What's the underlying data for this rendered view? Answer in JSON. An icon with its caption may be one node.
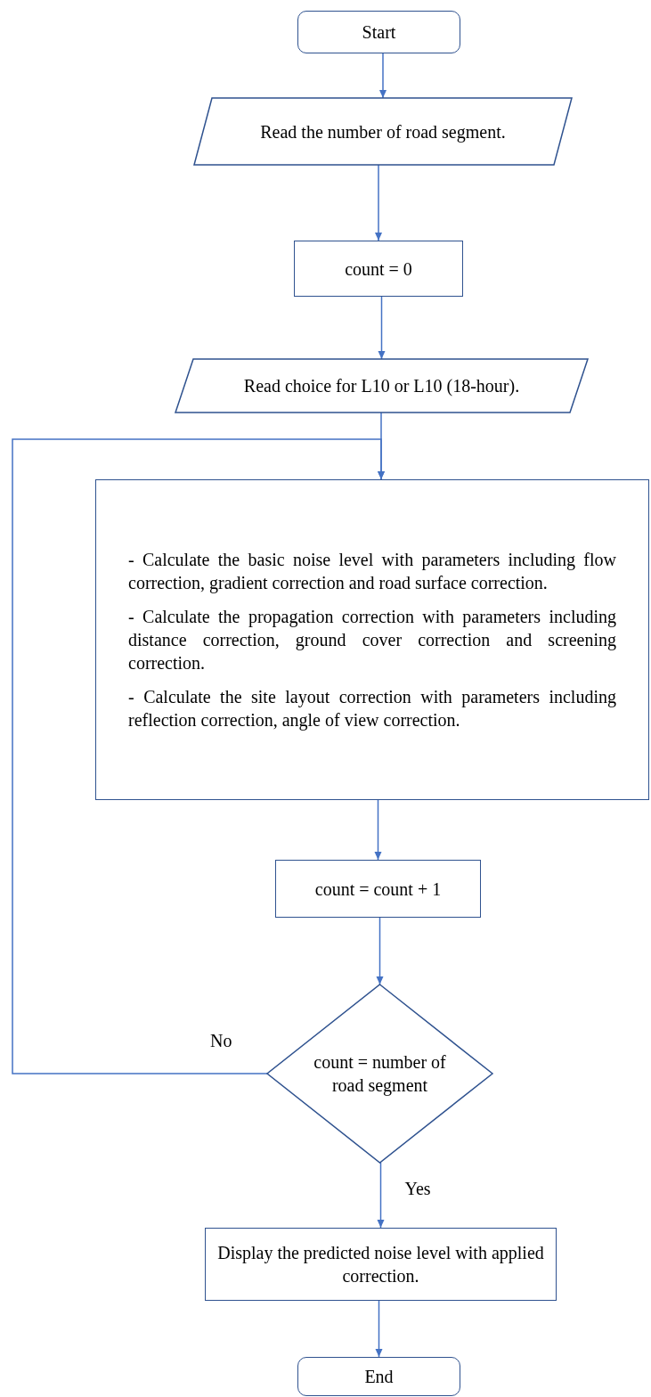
{
  "diagram": {
    "nodes": [
      {
        "text": [
          "Start"
        ]
      },
      {
        "text": [
          "Read the number of road segment."
        ]
      },
      {
        "text": [
          "count = 0"
        ]
      },
      {
        "text": [
          "Read choice for L10 or L10 (18-hour)."
        ]
      },
      {
        "text": [
          "- Calculate the basic noise level with parameters including flow correction, gradient correction and road surface correction.",
          "- Calculate the propagation correction with parameters including distance correction, ground cover correction and screening correction.",
          "- Calculate the site layout correction with parameters including reflection correction, angle of view correction."
        ]
      },
      {
        "text": [
          "count = count + 1"
        ]
      },
      {
        "text": [
          "count = number of road segment"
        ]
      },
      {
        "text": [
          "Display the predicted noise level with applied correction."
        ]
      },
      {
        "text": [
          "End"
        ]
      }
    ],
    "edges": [
      {
        "from": 0,
        "to": 1,
        "arrow": "to"
      },
      {
        "from": 1,
        "to": 2,
        "arrow": "to"
      },
      {
        "from": 2,
        "to": 3,
        "arrow": "to"
      },
      {
        "from": 3,
        "to": 4,
        "arrow": "to"
      },
      {
        "from": 4,
        "to": 5,
        "arrow": "to"
      },
      {
        "from": 5,
        "to": 6,
        "arrow": "to"
      },
      {
        "from": 6,
        "to": 7,
        "arrow": "to",
        "label": "Yes"
      },
      {
        "from": 7,
        "to": 8,
        "arrow": "to"
      },
      {
        "from": 6,
        "to": 4,
        "arrow": "to",
        "label": "No"
      }
    ]
  }
}
